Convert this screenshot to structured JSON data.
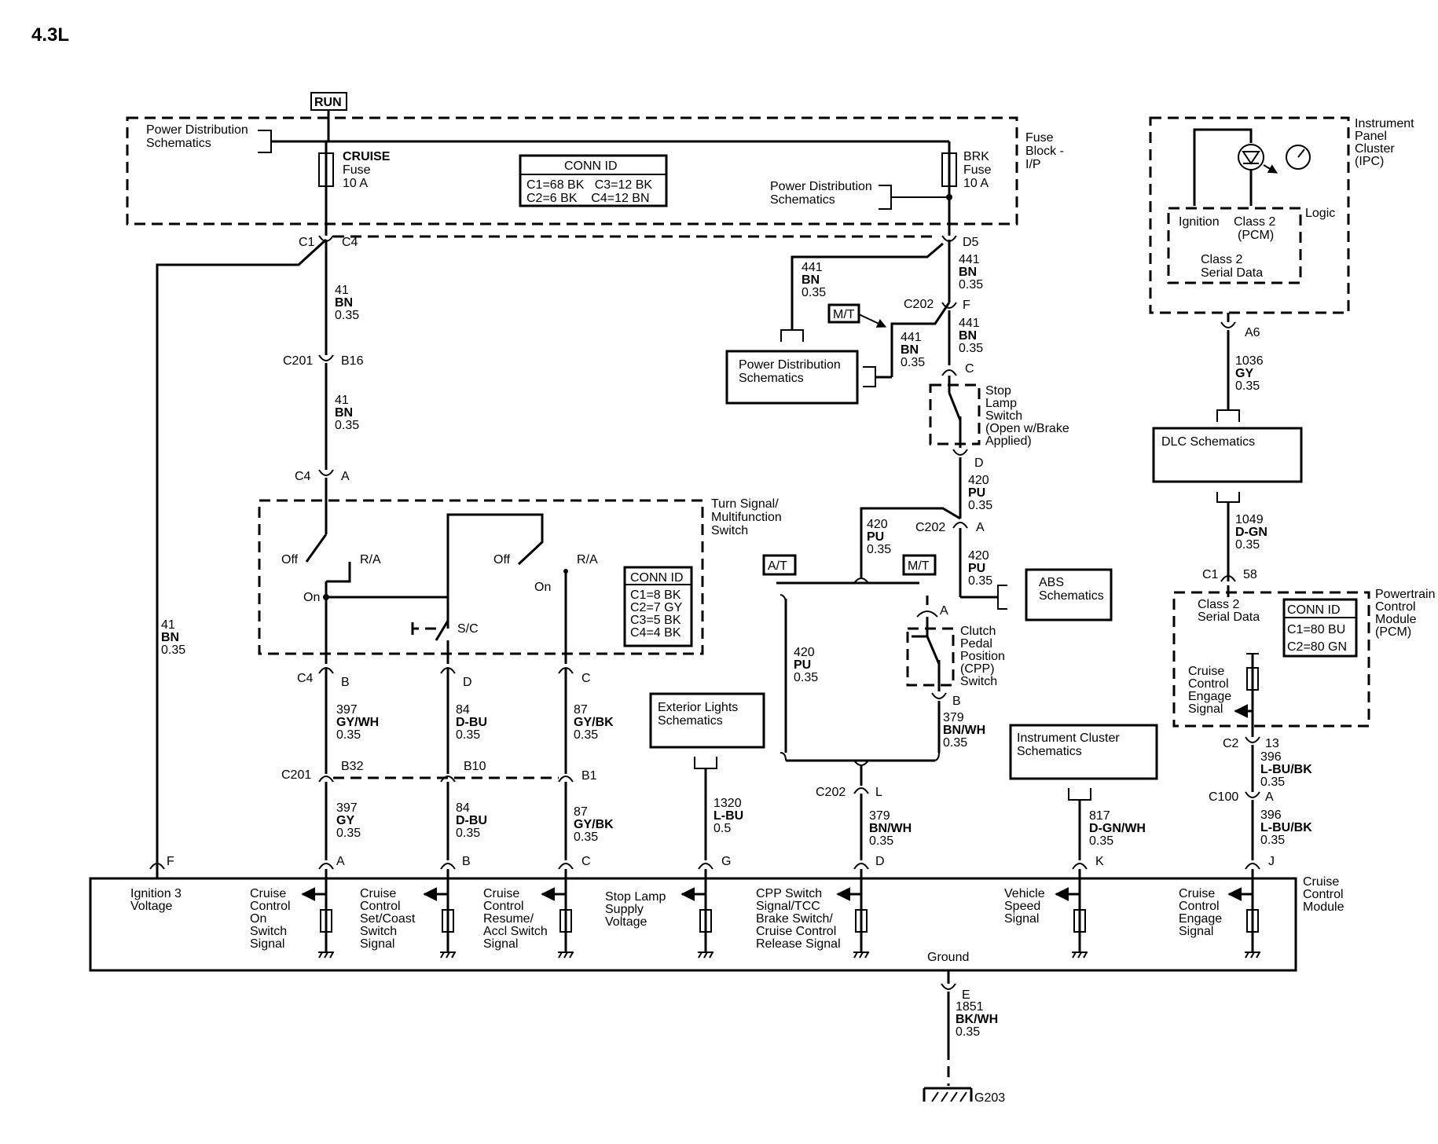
{
  "title": "4.3L",
  "power": {
    "run": "RUN"
  },
  "fuse_block": {
    "power_dist_tl": [
      "Power Distribution",
      "Schematics"
    ],
    "cruise_fuse": [
      "CRUISE",
      "Fuse",
      "10 A"
    ],
    "brk_fuse": [
      "BRK",
      "Fuse",
      "10 A"
    ],
    "label": [
      "Fuse",
      "Block -",
      "I/P"
    ],
    "conn_title": "CONN ID",
    "conn_rows": [
      "C1=68 BK   C3=12 BK",
      "C2=6 BK    C4=12 BN"
    ],
    "power_dist_r": [
      "Power Distribution",
      "Schematics"
    ],
    "c1": "C1",
    "c4": "C4",
    "d5": "D5"
  },
  "left_circuit": {
    "wire_41_a": [
      "41",
      "BN",
      "0.35"
    ],
    "c201": "C201",
    "b16": "B16",
    "wire_41_b": [
      "41",
      "BN",
      "0.35"
    ],
    "c4": "C4",
    "a": "A",
    "wire_41_f": [
      "41",
      "BN",
      "0.35"
    ]
  },
  "turn_switch": {
    "label": [
      "Turn Signal/",
      "Multifunction",
      "Switch"
    ],
    "off1": "Off",
    "ra1": "R/A",
    "on1": "On",
    "off2": "Off",
    "on2": "On",
    "ra2": "R/A",
    "sc": "S/C",
    "conn_title": "CONN ID",
    "conn_rows": [
      "C1=8 BK",
      "C2=7 GY",
      "C3=5 BK",
      "C4=4 BK"
    ],
    "c4": "C4",
    "b": "B",
    "d": "D",
    "c": "C"
  },
  "mid_wires": {
    "w397a": [
      "397",
      "GY/WH",
      "0.35"
    ],
    "w84a": [
      "84",
      "D-BU",
      "0.35"
    ],
    "w87a": [
      "87",
      "GY/BK",
      "0.35"
    ],
    "c201": "C201",
    "b32": "B32",
    "b10": "B10",
    "b1": "B1",
    "w397b": [
      "397",
      "GY",
      "0.35"
    ],
    "w84b": [
      "84",
      "D-BU",
      "0.35"
    ],
    "w87b": [
      "87",
      "GY/BK",
      "0.35"
    ]
  },
  "brake_circuit": {
    "w441a": [
      "441",
      "BN",
      "0.35"
    ],
    "w441b": [
      "441",
      "BN",
      "0.35"
    ],
    "power_dist": [
      "Power Distribution",
      "Schematics"
    ],
    "mt": "M/T",
    "w441c": [
      "441",
      "BN",
      "0.35"
    ],
    "c202f": "C202",
    "f": "F",
    "w441d": [
      "441",
      "BN",
      "0.35"
    ],
    "c": "C",
    "stop_lamp": [
      "Stop",
      "Lamp",
      "Switch",
      "(Open w/Brake",
      "Applied)"
    ],
    "d": "D",
    "w420a": [
      "420",
      "PU",
      "0.35"
    ],
    "w420b": [
      "420",
      "PU",
      "0.35"
    ],
    "c202a": "C202",
    "a": "A",
    "w420c": [
      "420",
      "PU",
      "0.35"
    ],
    "abs": [
      "ABS",
      "Schematics"
    ],
    "at": "A/T",
    "mt2": "M/T",
    "w420d": [
      "420",
      "PU",
      "0.35"
    ],
    "cpp_a": "A",
    "cpp": [
      "Clutch",
      "Pedal",
      "Position",
      "(CPP)",
      "Switch"
    ],
    "cpp_b": "B",
    "w379a": [
      "379",
      "BN/WH",
      "0.35"
    ],
    "c202l": "C202",
    "l": "L",
    "w379b": [
      "379",
      "BN/WH",
      "0.35"
    ]
  },
  "ext_lights": {
    "box": [
      "Exterior Lights",
      "Schematics"
    ],
    "wire": [
      "1320",
      "L-BU",
      "0.5"
    ]
  },
  "ipc": {
    "label": [
      "Instrument",
      "Panel",
      "Cluster",
      "(IPC)"
    ],
    "logic": "Logic",
    "ignition": "Ignition",
    "class2": [
      "Class 2",
      "(PCM)"
    ],
    "serial": [
      "Class 2",
      "Serial Data"
    ],
    "a6": "A6",
    "wire": [
      "1036",
      "GY",
      "0.35"
    ],
    "dlc": "DLC Schematics",
    "wire2": [
      "1049",
      "D-GN",
      "0.35"
    ],
    "c1": "C1",
    "p58": "58"
  },
  "pcm": {
    "label": [
      "Powertrain",
      "Control",
      "Module",
      "(PCM)"
    ],
    "serial": [
      "Class 2",
      "Serial Data"
    ],
    "conn_title": "CONN ID",
    "conn_rows": [
      "C1=80 BU",
      "C2=80 GN"
    ],
    "engage": [
      "Cruise",
      "Control",
      "Engage",
      "Signal"
    ],
    "c2": "C2",
    "p13": "13",
    "w396a": [
      "396",
      "L-BU/BK",
      "0.35"
    ],
    "c100": "C100",
    "a": "A",
    "w396b": [
      "396",
      "L-BU/BK",
      "0.35"
    ]
  },
  "inst_cluster": {
    "box": [
      "Instrument Cluster",
      "Schematics"
    ],
    "wire": [
      "817",
      "D-GN/WH",
      "0.35"
    ]
  },
  "ccm": {
    "label": [
      "Cruise",
      "Control",
      "Module"
    ],
    "pins": {
      "f": "F",
      "a": "A",
      "b": "B",
      "c": "C",
      "g": "G",
      "d": "D",
      "k": "K",
      "j": "J"
    },
    "ign": [
      "Ignition 3",
      "Voltage"
    ],
    "on_sw": [
      "Cruise",
      "Control",
      "On",
      "Switch",
      "Signal"
    ],
    "set_sw": [
      "Cruise",
      "Control",
      "Set/Coast",
      "Switch",
      "Signal"
    ],
    "res_sw": [
      "Cruise",
      "Control",
      "Resume/",
      "Accl Switch",
      "Signal"
    ],
    "stop": [
      "Stop Lamp",
      "Supply",
      "Voltage"
    ],
    "cpp": [
      "CPP Switch",
      "Signal/TCC",
      "Brake Switch/",
      "Cruise Control",
      "Release Signal"
    ],
    "vss": [
      "Vehicle",
      "Speed",
      "Signal"
    ],
    "engage": [
      "Cruise",
      "Control",
      "Engage",
      "Signal"
    ],
    "ground": "Ground"
  },
  "ground": {
    "e": "E",
    "wire": [
      "1851",
      "BK/WH",
      "0.35"
    ],
    "g203": "G203"
  }
}
